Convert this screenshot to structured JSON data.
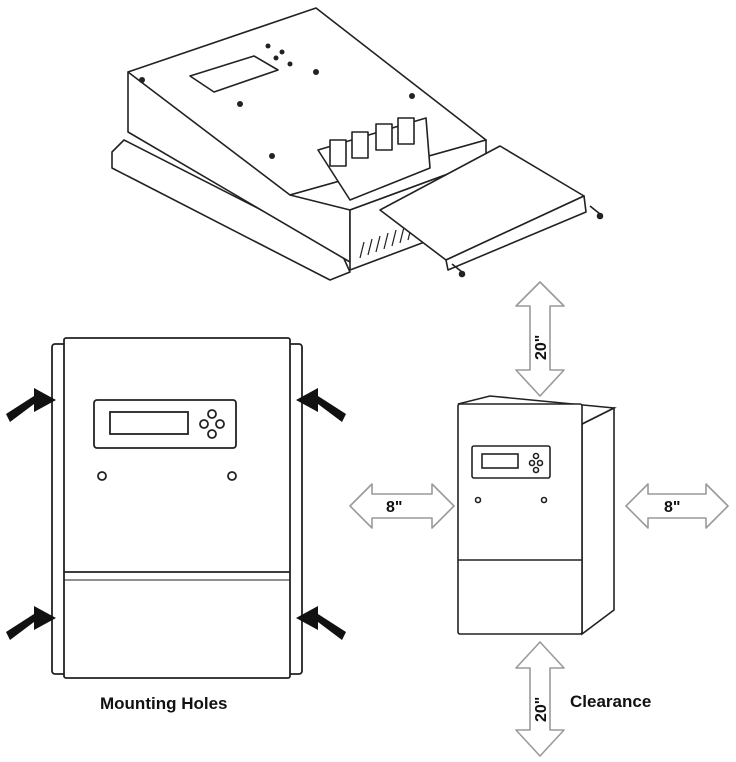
{
  "captions": {
    "mounting": "Mounting Holes",
    "clearance": "Clearance"
  },
  "clearance": {
    "top": "20\"",
    "bottom": "20\"",
    "left": "8\"",
    "right": "8\""
  },
  "colors": {
    "line": "#222222",
    "arrow_fill": "#111111",
    "panel_fill": "#ffffff",
    "hollow_arrow_stroke": "#9a9a9a"
  }
}
